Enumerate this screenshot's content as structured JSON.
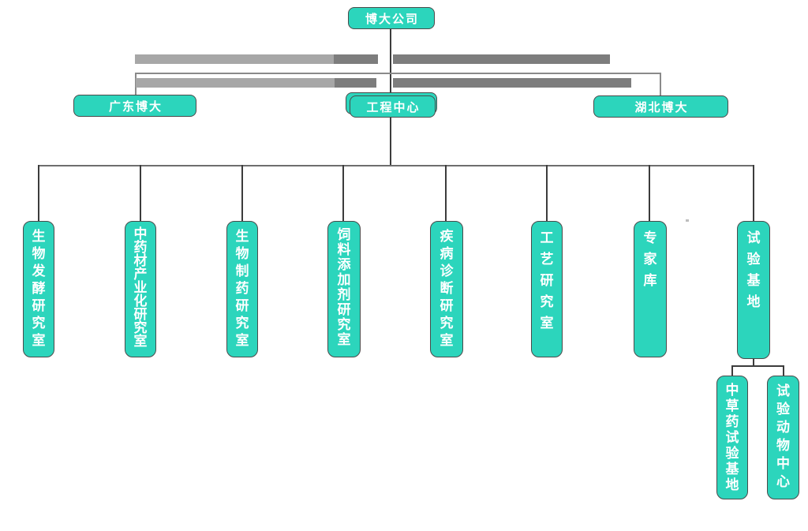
{
  "org": {
    "root": {
      "label": "博大公司"
    },
    "branches": [
      {
        "label": "广东博大"
      },
      {
        "label": "工程中心"
      },
      {
        "label": "湖北博大"
      }
    ],
    "departments": [
      {
        "label": "生物发酵研究室"
      },
      {
        "label": "中药材产业化研究室"
      },
      {
        "label": "生物制药研究室"
      },
      {
        "label": "饲料添加剂研究室"
      },
      {
        "label": "疾病诊断研究室"
      },
      {
        "label": "工艺研究室"
      },
      {
        "label": "专家库"
      },
      {
        "label": "试验基地"
      }
    ],
    "sub_departments": [
      {
        "label": "中草药试验基地"
      },
      {
        "label": "试验动物中心"
      }
    ],
    "colors": {
      "node_fill": "#2cd5bc",
      "node_border": "#4a4a4a",
      "connector_dark": "#3c3c3c",
      "connector_light": "#8a8a8a",
      "redaction_bar_light": "#a7a7a7",
      "redaction_bar_dark": "#7d7d7d",
      "text": "#ffffff"
    }
  }
}
